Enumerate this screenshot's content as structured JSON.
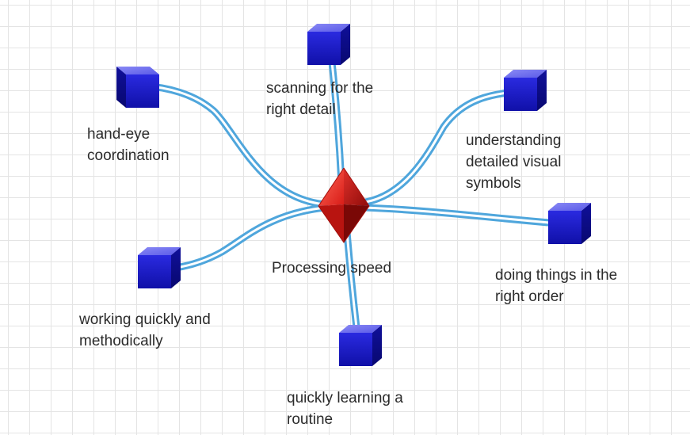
{
  "hub": {
    "label": "Processing speed",
    "color": "#d81b16"
  },
  "nodes": [
    {
      "id": "scanning",
      "label": "scanning for the\nright detail"
    },
    {
      "id": "hand-eye",
      "label": "hand-eye\ncoordination"
    },
    {
      "id": "understanding",
      "label": "understanding\ndetailed visual\nsymbols"
    },
    {
      "id": "doing-things",
      "label": "doing things in the\nright order"
    },
    {
      "id": "working-quickly",
      "label": "working quickly and\nmethodically"
    },
    {
      "id": "learning-routine",
      "label": "quickly learning a\nroutine"
    }
  ],
  "colors": {
    "cube": "#1c1ccc",
    "connector": "#4fa6dc",
    "connector_core": "#ffffff",
    "grid": "#e4e4e4",
    "text": "#2b2b2b"
  }
}
